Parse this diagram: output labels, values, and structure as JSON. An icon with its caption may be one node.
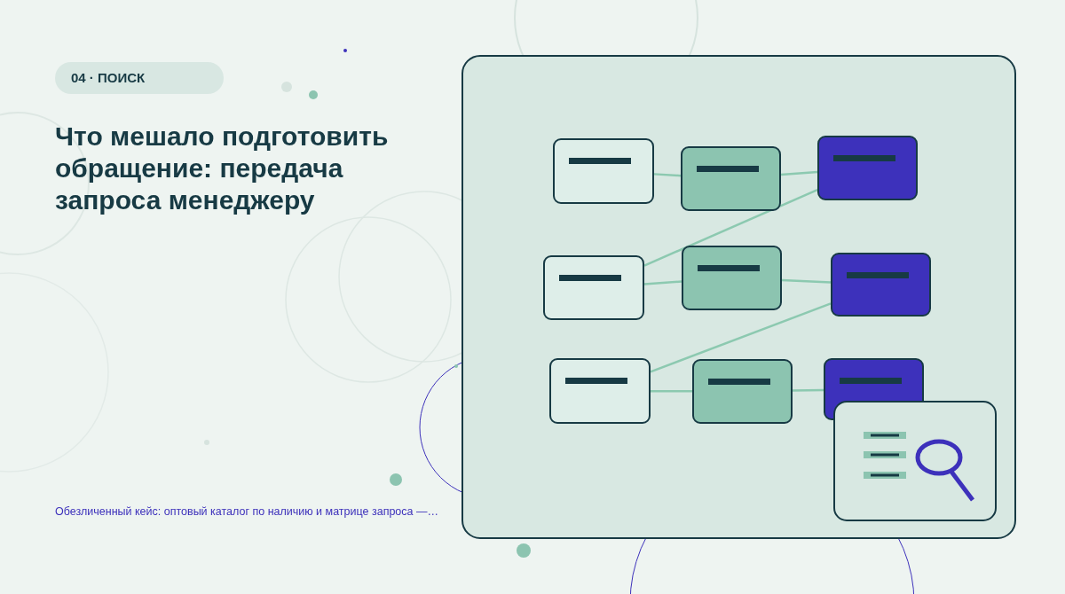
{
  "diagram": {
    "title": "Что мешало подготовить обращение: передача запроса менеджеру",
    "caption": "Обезличенный кейс: оптовый каталог по наличию и матрице запроса —…",
    "nodes": [
      {
        "text": [],
        "shape": "box"
      },
      {
        "text": [],
        "shape": "box"
      },
      {
        "text": [],
        "shape": "box"
      },
      {
        "text": [],
        "shape": "box"
      },
      {
        "text": [],
        "shape": "box"
      },
      {
        "text": [],
        "shape": "box"
      },
      {
        "text": [],
        "shape": "box"
      },
      {
        "text": [],
        "shape": "box"
      },
      {
        "text": [],
        "shape": "box"
      }
    ],
    "edges": [
      {
        "from": 0,
        "to": 1,
        "arrow": "none"
      },
      {
        "from": 1,
        "to": 2,
        "arrow": "none"
      },
      {
        "from": 2,
        "to": 3,
        "arrow": "none"
      },
      {
        "from": 3,
        "to": 4,
        "arrow": "none"
      },
      {
        "from": 4,
        "to": 5,
        "arrow": "none"
      },
      {
        "from": 5,
        "to": 6,
        "arrow": "none"
      },
      {
        "from": 6,
        "to": 7,
        "arrow": "none"
      },
      {
        "from": 7,
        "to": 8,
        "arrow": "none"
      }
    ],
    "labels": [
      "04 · ПОИСК"
    ]
  }
}
